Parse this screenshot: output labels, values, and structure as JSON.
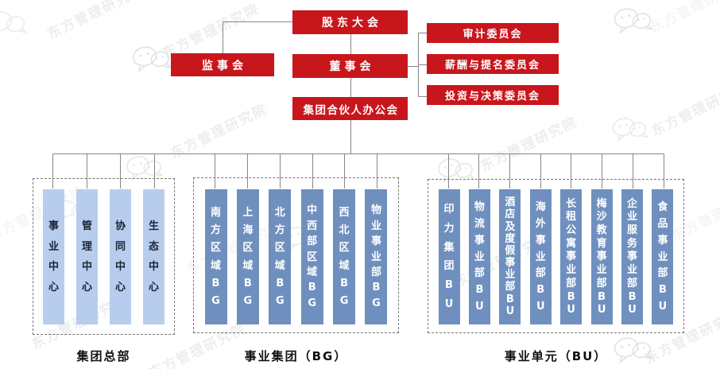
{
  "watermark": {
    "text": "东方管理研究院",
    "icon": "wechat-icon"
  },
  "governance": {
    "shareholders": "股东大会",
    "supervisory": "监事会",
    "board": "董事会",
    "partners_office": "集团合伙人办公会",
    "committees": [
      "审计委员会",
      "薪酬与提名委员会",
      "投资与决策委员会"
    ]
  },
  "groups": [
    {
      "label": "集团总部",
      "columns": [
        "事业中心",
        "管理中心",
        "协同中心",
        "生态中心"
      ]
    },
    {
      "label": "事业集团（BG）",
      "columns": [
        "南方区域BG",
        "上海区域BG",
        "北方区域BG",
        "中西部区域BG",
        "西北区域BG",
        "物业事业部BG"
      ]
    },
    {
      "label": "事业单元（BU）",
      "columns": [
        "印力集团BU",
        "物流事业部BU",
        "酒店及度假事业部BU",
        "海外事业部BU",
        "长租公寓事业部BU",
        "梅沙教育事业部BU",
        "企业服务事业部BU",
        "食品事业部BU"
      ]
    }
  ],
  "colors": {
    "red": "#c8161d",
    "light_blue": "#b8cdee",
    "dark_blue": "#6f90bf",
    "line": "#868686"
  }
}
